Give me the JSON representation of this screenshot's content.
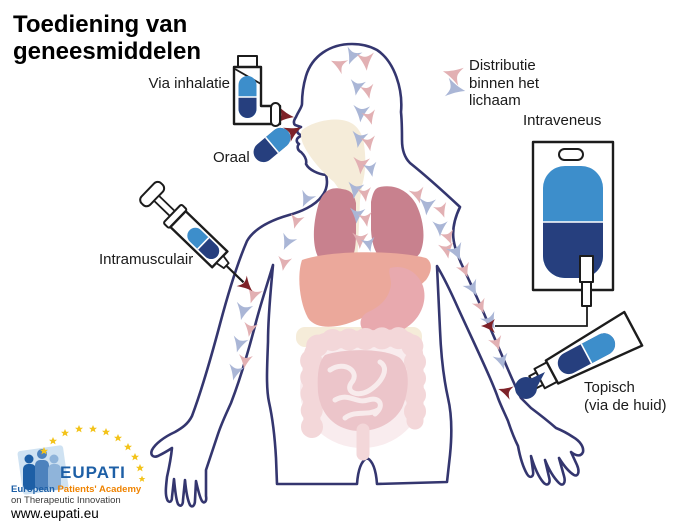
{
  "title": "Toediening van geneesmiddelen",
  "legend": {
    "arrows_label": "Distributie\nbinnen het\nlichaam"
  },
  "routes": {
    "inhalation_label": "Via inhalatie",
    "oral_label": "Oraal",
    "intramuscular_label": "Intramusculair",
    "intravenous_label": "Intraveneus",
    "topical_label": "Topisch\n(via de huid)"
  },
  "logo": {
    "acronym": "EUPATI",
    "name_part1": "European ",
    "name_part2": "Patients' Academy",
    "name_line2": "on Therapeutic Innovation",
    "website": "www.eupati.eu"
  },
  "icons": [
    "inhaler-icon",
    "pill-capsule-icon",
    "syringe-icon",
    "iv-bag-icon",
    "ointment-tube-icon",
    "ointment-blob-icon",
    "distribution-arrow-icon",
    "administration-arrow-icon",
    "eu-star-icon",
    "people-silhouettes-icon"
  ],
  "colors": {
    "medicine_light_blue": "#3d8ecb",
    "medicine_dark_blue": "#263f7e",
    "arrow_dark_red": "#7e2228",
    "chevron_pink": "#e2b0b3",
    "chevron_blue": "#aab6d6",
    "body_outline": "#34366f",
    "device_outline": "#1c1c1c",
    "lungs_pink": "#c8818e",
    "liver_salmon": "#eba89b",
    "stomach_pink": "#e8a9ae",
    "intestine_pale": "#f3d7d9",
    "intestine_mid": "#ecc5ca",
    "throat_cream": "#f5ecd9",
    "logo_blue": "#1d5fa6",
    "logo_orange": "#ef8300",
    "logo_star_gold": "#f3c31a",
    "label_black": "#1a1a1a"
  },
  "distribution_arrows": [
    [
      338,
      64,
      205,
      "p",
      1.1
    ],
    [
      352,
      57,
      112,
      "b",
      1.15
    ],
    [
      366,
      62,
      85,
      "p",
      1.25
    ],
    [
      357,
      88,
      100,
      "b",
      1.1
    ],
    [
      368,
      92,
      78,
      "p",
      1.0
    ],
    [
      361,
      114,
      95,
      "b",
      1.2
    ],
    [
      370,
      118,
      75,
      "p",
      1.0
    ],
    [
      359,
      140,
      100,
      "b",
      1.15
    ],
    [
      369,
      144,
      80,
      "p",
      1.05
    ],
    [
      361,
      166,
      95,
      "p",
      1.2
    ],
    [
      371,
      170,
      78,
      "b",
      1.0
    ],
    [
      355,
      191,
      100,
      "b",
      1.15
    ],
    [
      365,
      195,
      82,
      "p",
      1.0
    ],
    [
      357,
      216,
      95,
      "b",
      1.1
    ],
    [
      366,
      220,
      80,
      "p",
      1.0
    ],
    [
      360,
      241,
      92,
      "p",
      1.15
    ],
    [
      369,
      245,
      78,
      "b",
      1.0
    ],
    [
      306,
      200,
      115,
      "b",
      1.1
    ],
    [
      296,
      222,
      105,
      "p",
      1.0
    ],
    [
      287,
      243,
      115,
      "b",
      1.1
    ],
    [
      284,
      264,
      100,
      "p",
      1.0
    ],
    [
      418,
      196,
      75,
      "p",
      1.1
    ],
    [
      427,
      207,
      95,
      "b",
      1.2
    ],
    [
      442,
      211,
      70,
      "p",
      1.0
    ],
    [
      440,
      229,
      90,
      "b",
      1.1
    ],
    [
      447,
      251,
      80,
      "p",
      1.1
    ],
    [
      253,
      296,
      108,
      "p",
      1.1
    ],
    [
      243,
      312,
      104,
      "b",
      1.2
    ],
    [
      250,
      330,
      100,
      "p",
      1.0
    ],
    [
      239,
      345,
      106,
      "b",
      1.1
    ],
    [
      245,
      362,
      98,
      "p",
      1.0
    ],
    [
      235,
      373,
      104,
      "b",
      1.1
    ],
    [
      449,
      238,
      70,
      "p",
      1.0
    ],
    [
      457,
      253,
      66,
      "b",
      1.2
    ],
    [
      465,
      271,
      68,
      "p",
      1.0
    ],
    [
      473,
      289,
      62,
      "b",
      1.1
    ],
    [
      481,
      307,
      66,
      "p",
      1.0
    ],
    [
      491,
      322,
      62,
      "b",
      1.15
    ],
    [
      497,
      344,
      70,
      "p",
      1.0
    ],
    [
      502,
      362,
      75,
      "b",
      1.1
    ],
    [
      452,
      74,
      197,
      "p",
      1.35
    ],
    [
      456,
      89,
      12,
      "b",
      1.35
    ],
    [
      286,
      116,
      8,
      "r",
      1.15
    ],
    [
      294,
      131,
      -28,
      "r",
      1.15
    ],
    [
      247,
      286,
      44,
      "r",
      1.05
    ],
    [
      488,
      326,
      180,
      "r",
      1.0
    ],
    [
      505,
      391,
      197,
      "r",
      1.0
    ]
  ]
}
